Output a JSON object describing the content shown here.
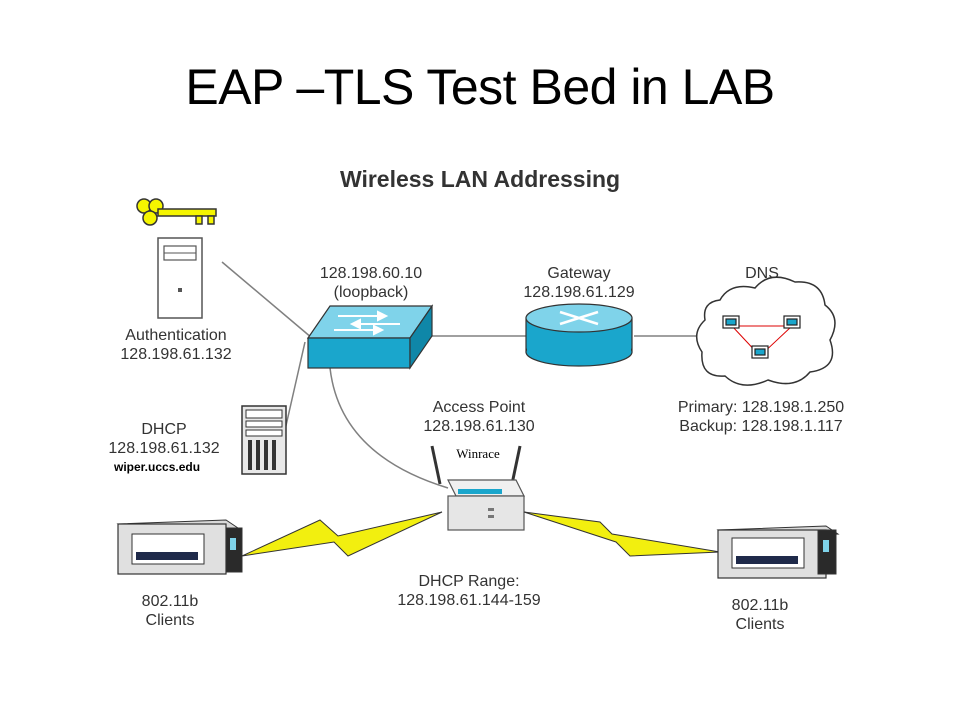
{
  "slide": {
    "title": "EAP –TLS Test Bed in LAB"
  },
  "diagram": {
    "title": "Wireless LAN Addressing",
    "nodes": {
      "authentication": {
        "name": "Authentication",
        "ip": "128.198.61.132",
        "icon": "server-tower-icon"
      },
      "key": {
        "icon": "key-icon"
      },
      "dhcp": {
        "name": "DHCP",
        "ip": "128.198.61.132",
        "host": "wiper.uccs.edu",
        "icon": "server-rack-icon"
      },
      "switch": {
        "ip": "128.198.60.10",
        "note": "(loopback)",
        "icon": "switch-icon"
      },
      "gateway": {
        "name": "Gateway",
        "ip": "128.198.61.129",
        "icon": "router-icon"
      },
      "dns": {
        "name": "DNS",
        "primary": "Primary: 128.198.1.250",
        "backup": "Backup: 128.198.1.117",
        "icon": "cloud-network-icon"
      },
      "access_point": {
        "name": "Access Point",
        "ip": "128.198.61.130",
        "brand": "Winrace",
        "icon": "access-point-icon"
      },
      "dhcp_range": {
        "label": "DHCP Range:",
        "range": "128.198.61.144-159"
      },
      "clients_left": {
        "line1": "802.11b",
        "line2": "Clients",
        "icon": "pc-card-icon"
      },
      "clients_right": {
        "line1": "802.11b",
        "line2": "Clients",
        "icon": "pc-card-icon"
      }
    },
    "colors": {
      "device_blue": "#1aa6cc",
      "lightning": "#f2ef0f",
      "key": "#f5f500",
      "link": "#808080"
    }
  }
}
